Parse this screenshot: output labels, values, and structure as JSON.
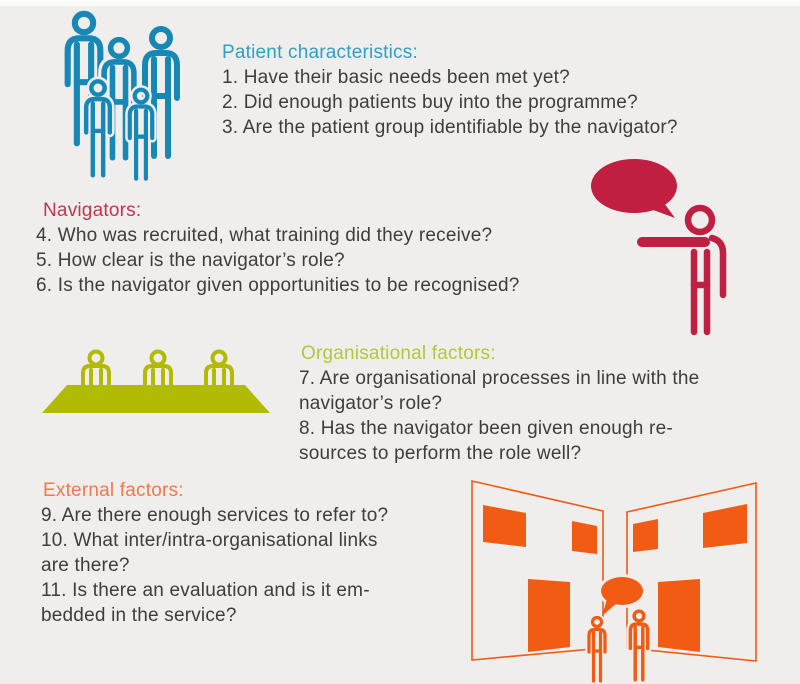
{
  "background": "#efeeec",
  "text_color": "#3d3d3c",
  "sections": [
    {
      "heading": "Patient characteristics:",
      "heading_color": "#2f9fc4",
      "icon": "people-group-icon",
      "icon_color": "#1787b5",
      "lines": [
        "1. Have their basic needs been met yet?",
        "2. Did enough patients buy into the programme?",
        "3. Are the patient group identifiable by the navigator?"
      ]
    },
    {
      "heading": "Navigators:",
      "heading_color": "#c23551",
      "icon": "navigator-speaking-icon",
      "icon_color": "#c01f41",
      "lines": [
        "4. Who was recruited, what training did they receive?",
        "5. How clear is the navigator’s role?",
        "6. Is the navigator given opportunities to be recognised?"
      ]
    },
    {
      "heading": "Organisational factors:",
      "heading_color": "#b9c43e",
      "icon": "meeting-table-icon",
      "icon_color": "#b2bb04",
      "lines": [
        "7. Are organisational processes in line with the",
        "navigator’s role?",
        "8. Has the navigator been given enough re-",
        "sources to perform the role well?"
      ]
    },
    {
      "heading": "External factors:",
      "heading_color": "#ef7a49",
      "icon": "services-walls-icon",
      "icon_color": "#f15b13",
      "lines": [
        "9. Are there enough services to refer to?",
        "10. What inter/intra-organisational links",
        "are there?",
        "11. Is there an evaluation and is it em-",
        "bedded in the service?"
      ]
    }
  ]
}
